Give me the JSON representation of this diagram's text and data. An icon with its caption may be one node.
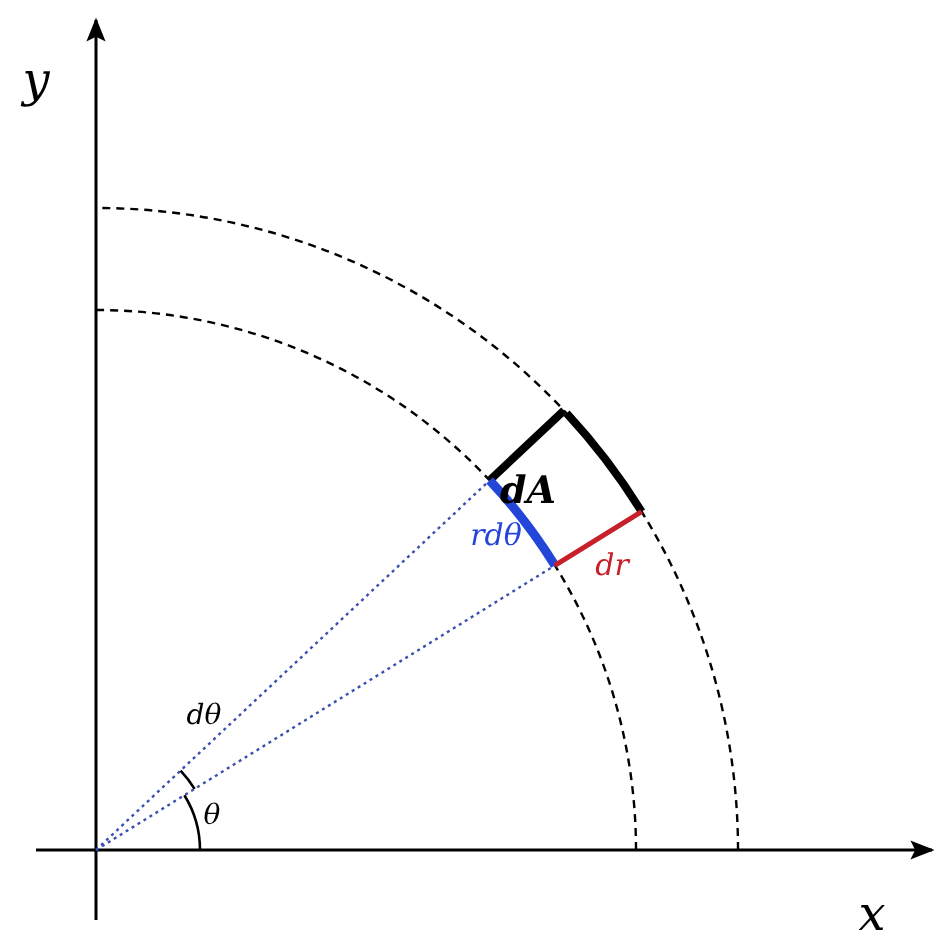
{
  "diagram": {
    "labels": [
      "y",
      "x",
      "dA",
      "rdθ",
      "dr",
      "dθ",
      "θ"
    ]
  }
}
